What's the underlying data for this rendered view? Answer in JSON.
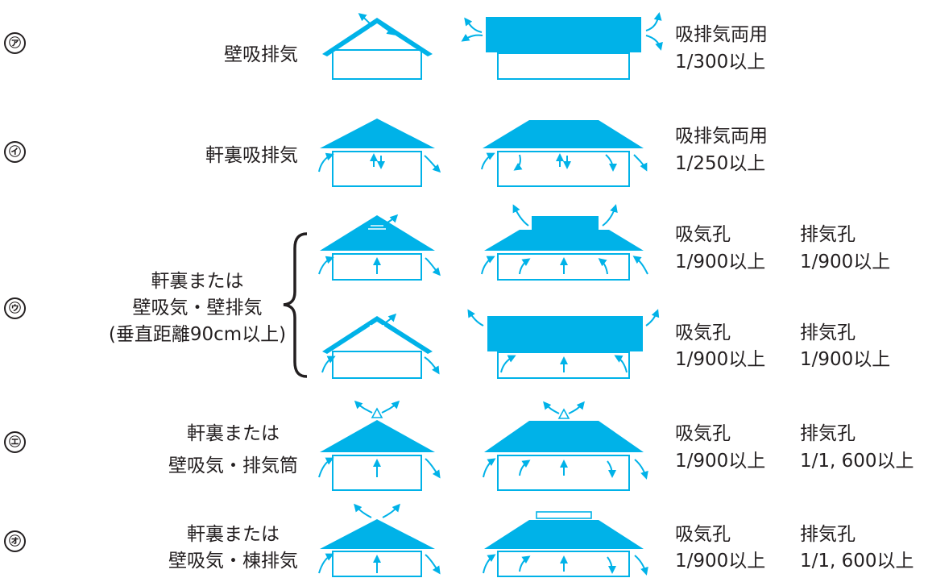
{
  "rows": [
    {
      "marker": "㋐",
      "method": [
        "壁吸排気"
      ],
      "vents": [
        {
          "lines": [
            "吸排気両用",
            "1/300以上"
          ]
        }
      ]
    },
    {
      "marker": "㋑",
      "method": [
        "軒裏吸排気"
      ],
      "vents": [
        {
          "lines": [
            "吸排気両用",
            "1/250以上"
          ]
        }
      ]
    },
    {
      "marker": "㋒",
      "method": [
        "軒裏または",
        "壁吸気・壁排気",
        "(垂直距離90cm以上)"
      ],
      "vents": [
        {
          "intake_label": "吸気孔",
          "intake_ratio": "1/900以上",
          "exhaust_label": "排気孔",
          "exhaust_ratio": "1/900以上"
        },
        {
          "intake_label": "吸気孔",
          "intake_ratio": "1/900以上",
          "exhaust_label": "排気孔",
          "exhaust_ratio": "1/900以上"
        }
      ]
    },
    {
      "marker": "㋓",
      "method": [
        "軒裏または",
        "壁吸気・排気筒"
      ],
      "vents": [
        {
          "intake_label": "吸気孔",
          "intake_ratio": "1/900以上",
          "exhaust_label": "排気孔",
          "exhaust_ratio": "1/1, 600以上"
        }
      ]
    },
    {
      "marker": "㋔",
      "method": [
        "軒裏または",
        "壁吸気・棟排気"
      ],
      "vents": [
        {
          "intake_label": "吸気孔",
          "intake_ratio": "1/900以上",
          "exhaust_label": "排気孔",
          "exhaust_ratio": "1/1, 600以上"
        }
      ]
    }
  ],
  "colors": {
    "roof": "#00b2e8",
    "text": "#231f20"
  }
}
